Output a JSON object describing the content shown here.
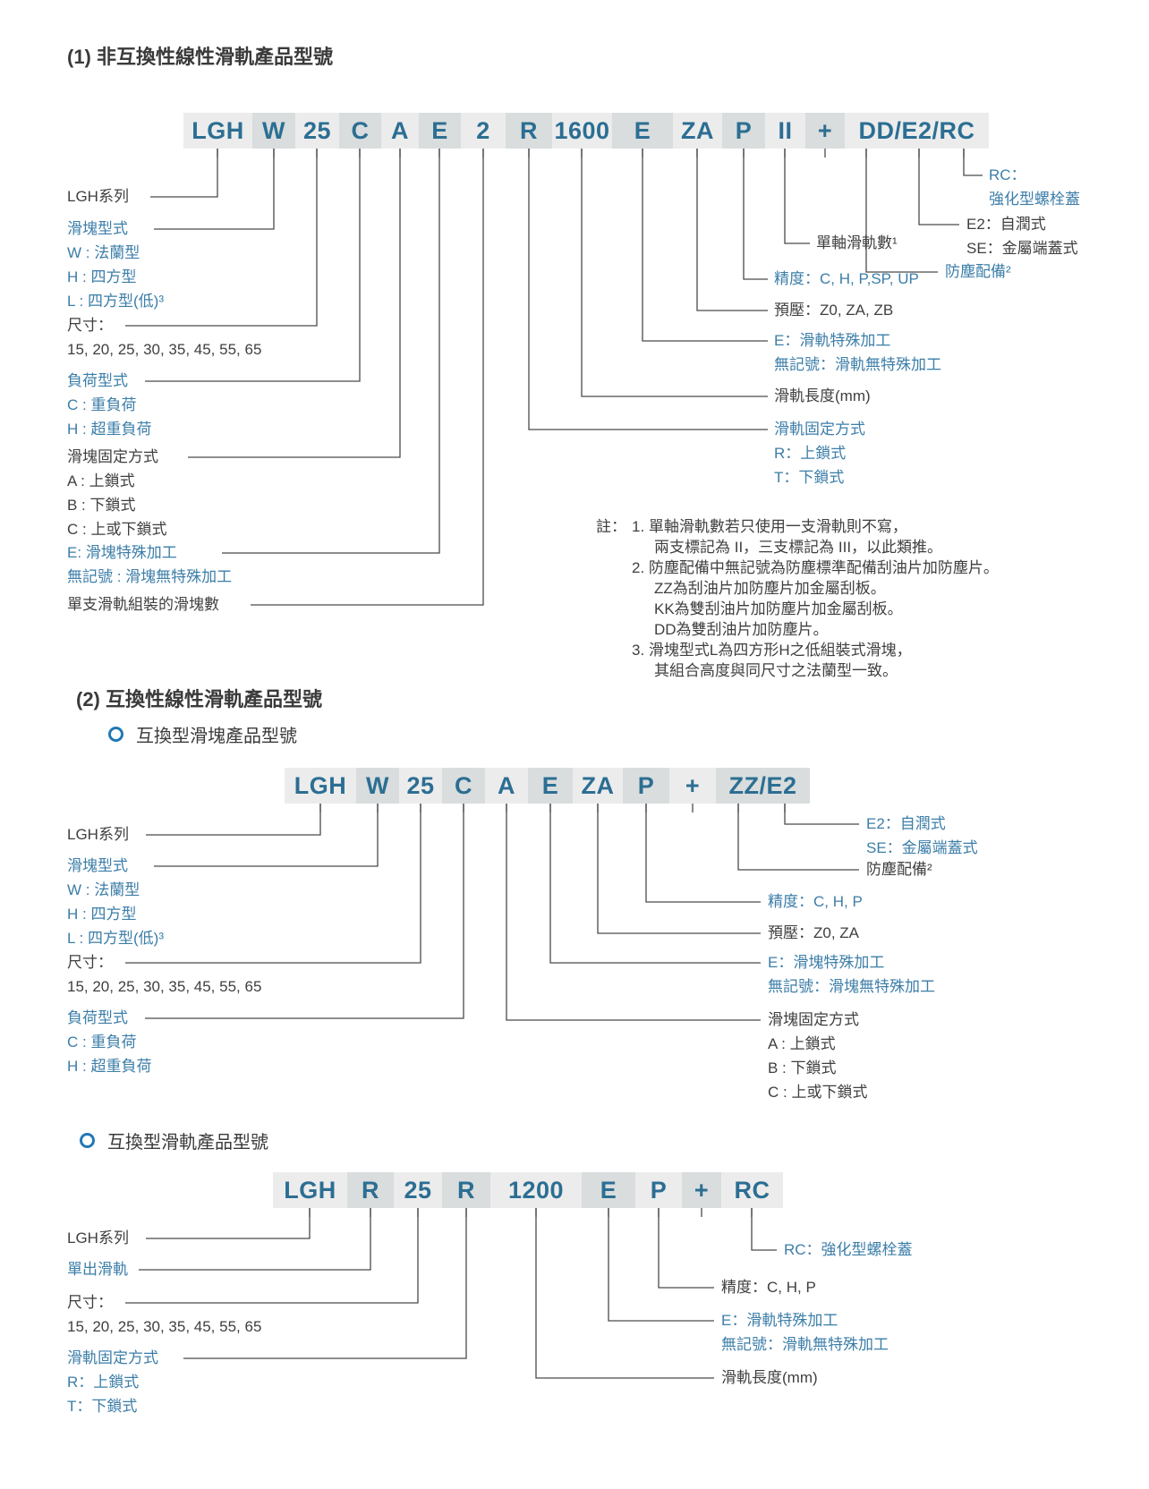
{
  "sections": {
    "s1_title": "(1) 非互換性線性滑軌產品型號",
    "s2_title": "(2) 互換性線性滑軌產品型號",
    "s2_bullet1": "互換型滑塊產品型號",
    "s2_bullet2": "互換型滑軌產品型號"
  },
  "colors": {
    "code_text": "#2c6e93",
    "label_blue": "#3c7ea8",
    "label_dark": "#3f3f3f",
    "segment_light": "#ececec",
    "segment_dark": "#d9dddd",
    "connector_line": "#4a4a4a",
    "bullet_ring": "#2178b5"
  },
  "d1": {
    "code": [
      "LGH",
      "W",
      "25",
      "C",
      "A",
      "E",
      "2",
      "R",
      "1600",
      "E",
      "ZA",
      "P",
      "II",
      "+",
      "DD/E2/RC"
    ],
    "left": {
      "series": [
        "LGH系列"
      ],
      "block_type": [
        "滑塊型式",
        "W : 法蘭型",
        "H : 四方型",
        "L : 四方型(低)³"
      ],
      "size": [
        "尺寸：",
        "15, 20, 25, 30, 35, 45, 55, 65"
      ],
      "load_type": [
        "負荷型式",
        "C : 重負荷",
        "H : 超重負荷"
      ],
      "block_fixing": [
        "滑塊固定方式",
        "A : 上鎖式",
        "B : 下鎖式",
        "C : 上或下鎖式"
      ],
      "block_special": [
        "E: 滑塊特殊加工",
        "無記號 : 滑塊無特殊加工"
      ],
      "block_count": [
        "單支滑軌組裝的滑塊數"
      ]
    },
    "right": {
      "rc": [
        "RC：",
        "強化型螺栓蓋"
      ],
      "e2se": [
        "E2：自潤式",
        "SE：金屬端蓋式"
      ],
      "rails_per_axis": [
        "單軸滑軌數¹"
      ],
      "precision": [
        "精度：C, H, P,SP, UP"
      ],
      "dust": [
        "防塵配備²"
      ],
      "preload": [
        "預壓：Z0, ZA, ZB"
      ],
      "rail_special": [
        "E：滑軌特殊加工",
        "無記號：滑軌無特殊加工"
      ],
      "rail_length": [
        "滑軌長度(mm)"
      ],
      "rail_fixing": [
        "滑軌固定方式",
        "R：上鎖式",
        "T：下鎖式"
      ]
    },
    "notes": {
      "tag": "註：",
      "lines": [
        "1. 單軸滑軌數若只使用一支滑軌則不寫，",
        "兩支標記為 II，三支標記為 III，以此類推。",
        "2. 防塵配備中無記號為防塵標準配備刮油片加防塵片。",
        "ZZ為刮油片加防塵片加金屬刮板。",
        "KK為雙刮油片加防塵片加金屬刮板。",
        "DD為雙刮油片加防塵片。",
        "3. 滑塊型式L為四方形H之低組裝式滑塊，",
        "其組合高度與同尺寸之法蘭型一致。"
      ]
    }
  },
  "d2": {
    "code": [
      "LGH",
      "W",
      "25",
      "C",
      "A",
      "E",
      "ZA",
      "P",
      "+",
      "ZZ/E2"
    ],
    "left": {
      "series": [
        "LGH系列"
      ],
      "block_type": [
        "滑塊型式",
        "W : 法蘭型",
        "H : 四方型",
        "L : 四方型(低)³"
      ],
      "size": [
        "尺寸：",
        "15, 20, 25, 30, 35, 45, 55, 65"
      ],
      "load_type": [
        "負荷型式",
        "C : 重負荷",
        "H : 超重負荷"
      ]
    },
    "right": {
      "e2se": [
        "E2：自潤式",
        "SE：金屬端蓋式"
      ],
      "dust": [
        "防塵配備²"
      ],
      "precision": [
        "精度：C, H, P"
      ],
      "preload": [
        "預壓：Z0, ZA"
      ],
      "block_special": [
        "E：滑塊特殊加工",
        "無記號：滑塊無特殊加工"
      ],
      "block_fixing": [
        "滑塊固定方式",
        "A : 上鎖式",
        "B : 下鎖式",
        "C : 上或下鎖式"
      ]
    }
  },
  "d3": {
    "code": [
      "LGH",
      "R",
      "25",
      "R",
      "1200",
      "E",
      "P",
      "+",
      "RC"
    ],
    "left": {
      "series": [
        "LGH系列"
      ],
      "single_rail": [
        "單出滑軌"
      ],
      "size": [
        "尺寸：",
        "15, 20, 25, 30, 35, 45, 55, 65"
      ],
      "rail_fixing": [
        "滑軌固定方式",
        "R：上鎖式",
        "T：下鎖式"
      ]
    },
    "right": {
      "rc": [
        "RC：強化型螺栓蓋"
      ],
      "precision": [
        "精度：C, H, P"
      ],
      "rail_special": [
        "E：滑軌特殊加工",
        "無記號：滑軌無特殊加工"
      ],
      "rail_length": [
        "滑軌長度(mm)"
      ]
    }
  }
}
